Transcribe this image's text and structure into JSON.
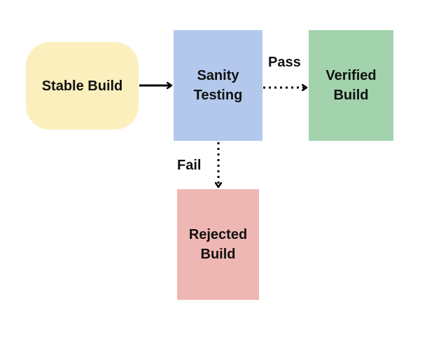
{
  "nodes": {
    "stable": {
      "label": "Stable Build",
      "color": "#fbefbd"
    },
    "sanity": {
      "label": "Sanity\nTesting",
      "color": "#b3c8ec"
    },
    "verified": {
      "label": "Verified\nBuild",
      "color": "#a2d3ad"
    },
    "rejected": {
      "label": "Rejected\nBuild",
      "color": "#efb7b3"
    }
  },
  "edges": {
    "pass_label": "Pass",
    "fail_label": "Fail"
  },
  "colors": {
    "arrow": "#000000"
  }
}
